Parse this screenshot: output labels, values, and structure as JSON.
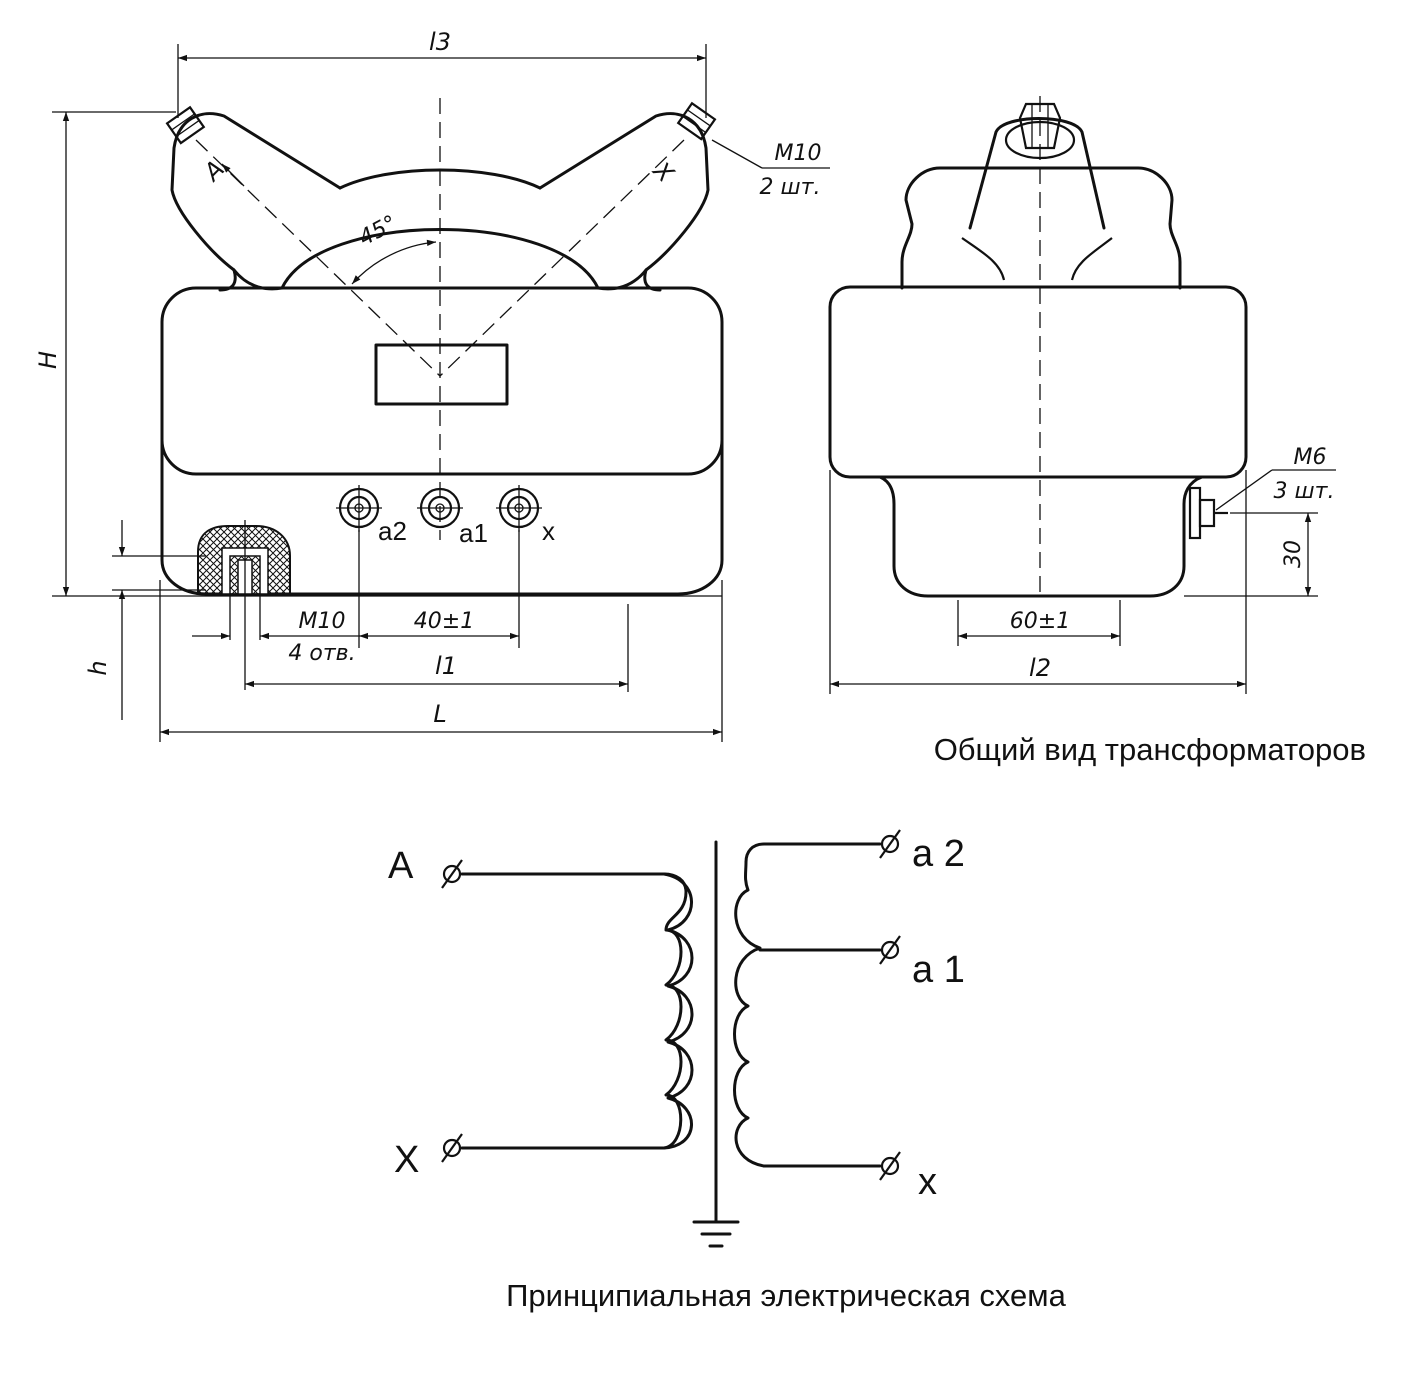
{
  "dimensions": {
    "l3": "l3",
    "H": "H",
    "h": "h",
    "L": "L",
    "l1": "l1",
    "l2": "l2",
    "hole_thread": "M10",
    "hole_count": "4 отв.",
    "bolt_thread": "M10",
    "bolt_count": "2 шт.",
    "angle": "45°",
    "terminal_spacing": "40±1",
    "ground_thread": "M6",
    "ground_count": "3 шт.",
    "ground_height": "30",
    "mount_spacing": "60±1"
  },
  "front_view": {
    "terminal_A": "A",
    "terminal_X": "X",
    "terminals": [
      "a2",
      "a1",
      "x"
    ]
  },
  "captions": {
    "general_view": "Общий вид трансформаторов",
    "schematic": "Принципиальная электрическая схема"
  },
  "schematic": {
    "primary_top": "A",
    "primary_bottom": "X",
    "secondary": [
      "a 2",
      "a 1",
      "x"
    ]
  }
}
